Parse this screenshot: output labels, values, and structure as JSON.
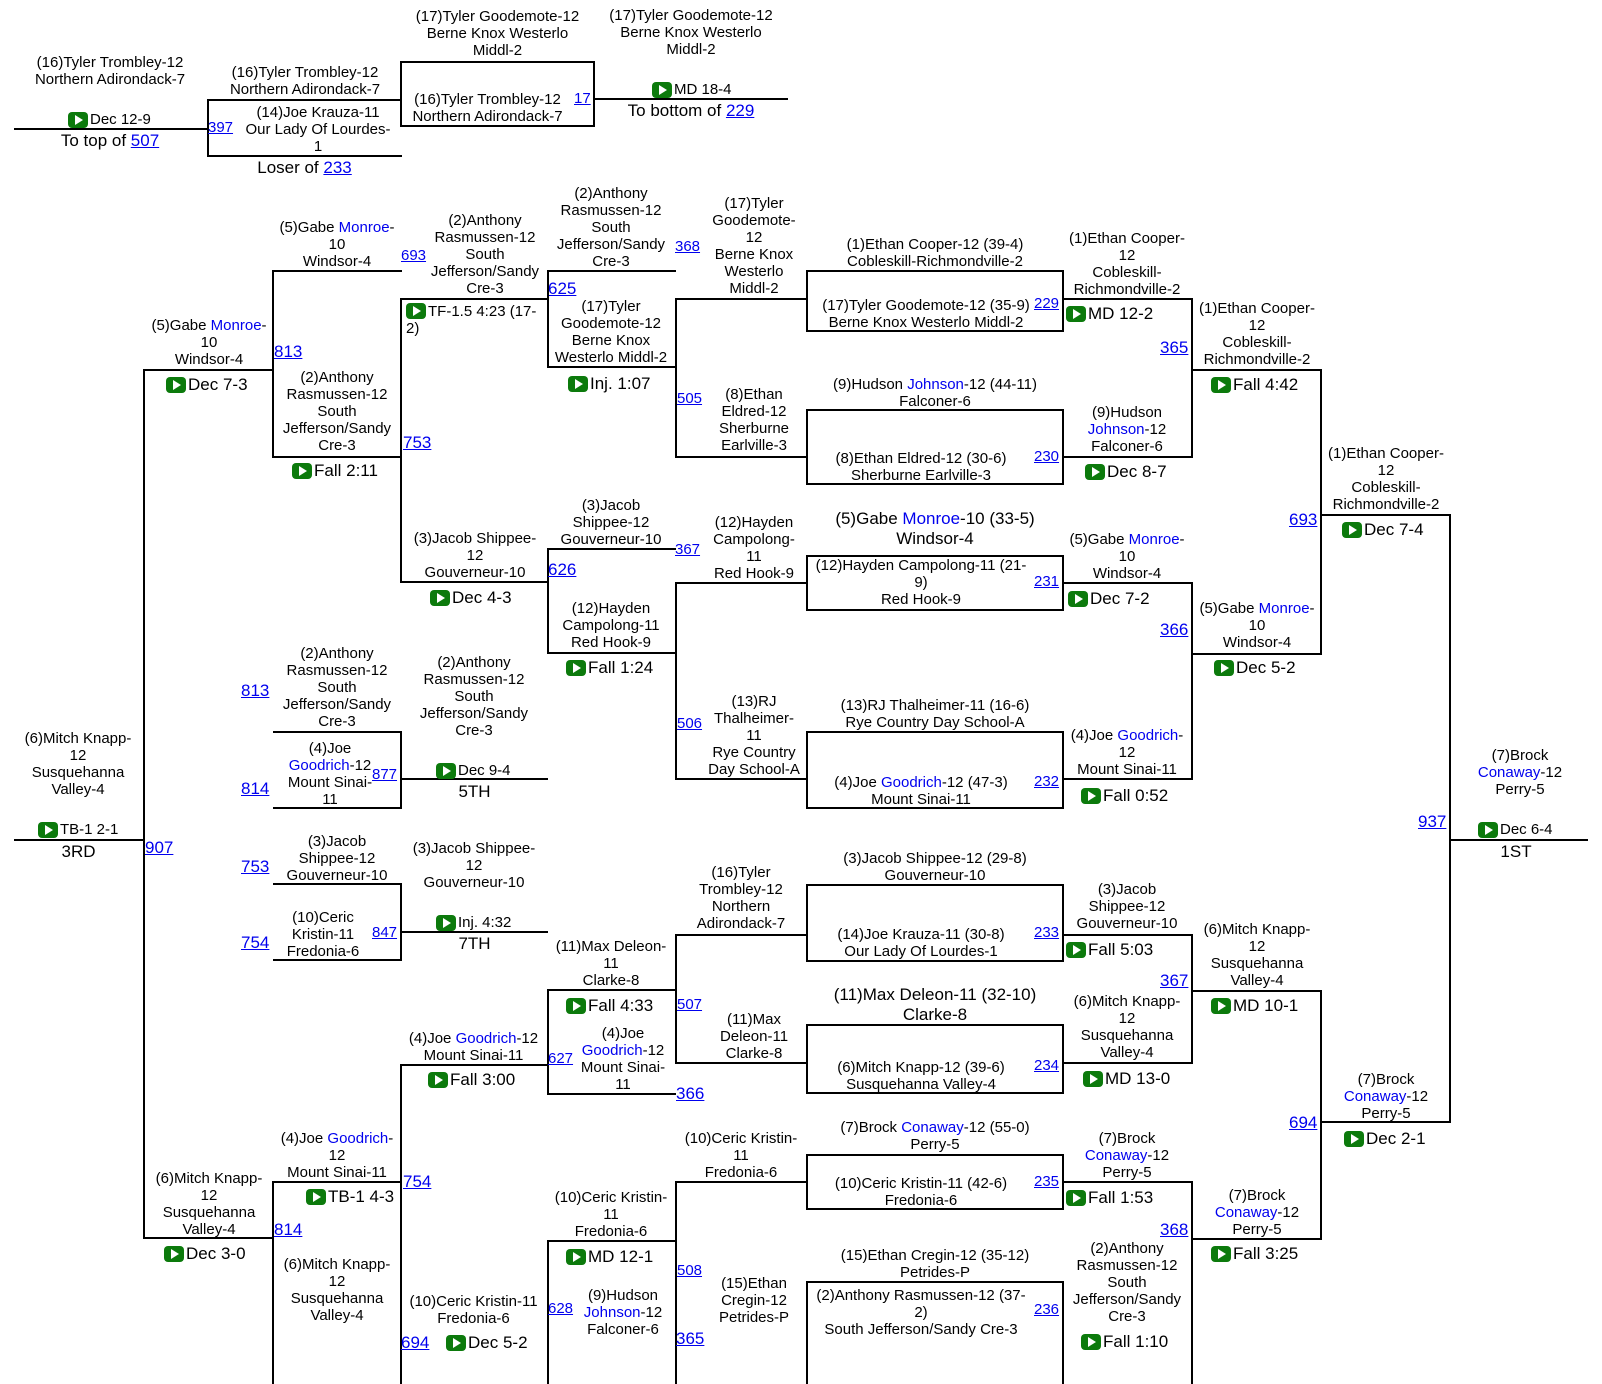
{
  "colors": {
    "link": "#0000ee",
    "play_icon": "#0c7a0c",
    "line": "#000000"
  },
  "top": {
    "t1": "(16)Tyler Trombley-12\nNorthern Adirondack-7",
    "r1": "Dec 12-9",
    "p1": "To top of ",
    "p1l": "507",
    "t2": "(16)Tyler Trombley-12\nNorthern Adirondack-7",
    "t3": "(14)Joe Krauza-11\nOur Lady Of Lourdes-\n1",
    "l397": "397",
    "p2": "Loser of ",
    "p2l": "233",
    "t4": "(17)Tyler Goodemote-12\nBerne Knox Westerlo\nMiddl-2",
    "t5": "(16)Tyler Trombley-12\nNorthern Adirondack-7",
    "l17": "17",
    "t6": "(17)Tyler Goodemote-12\nBerne Knox Westerlo\nMiddl-2",
    "r2": "MD 18-4",
    "p3": "To bottom of ",
    "p3l": "229"
  },
  "w": {
    "monroe_name": "Monroe",
    "goodrich_name": "Goodrich",
    "johnson_name": "Johnson",
    "conaway_name": "Conaway",
    "a1": "(5)Gabe ",
    "a1b": "-\n10\nWindsor-4",
    "a2": "(2)Anthony\nRasmussen-12\nSouth\nJefferson/Sandy\nCre-3",
    "l693a": "693",
    "l813a": "813",
    "l753a": "753",
    "a3": "(5)Gabe ",
    "a3b": "-\n10\nWindsor-4",
    "r_a3": "Dec 7-3",
    "r_a2": "Fall 2:11",
    "b1": "(2)Anthony\nRasmussen-12\nSouth\nJefferson/Sandy\nCre-3",
    "r_b1": "TF-1.5 4:23 (17-\n2)",
    "l625": "625",
    "b2": "(2)Anthony\nRasmussen-12\nSouth\nJefferson/Sandy\nCre-3",
    "l368a": "368",
    "b3": "(17)Tyler\nGoodemote-12\nBerne Knox\nWesterlo Middl-2",
    "r_b3": "Inj. 1:07",
    "b4": "(17)Tyler\nGoodemote-\n12\nBerne Knox\nWesterlo\nMiddl-2",
    "l505": "505",
    "b5": "(8)Ethan\nEldred-12\nSherburne\nEarlville-3",
    "c1": "(1)Ethan Cooper-12 (39-4)\nCobleskill-Richmondville-2",
    "c2": "(17)Tyler Goodemote-12 (35-9)\nBerne Knox Westerlo Middl-2",
    "l229": "229",
    "c3": "(9)Hudson ",
    "c3b": "-12 (44-11)\nFalconer-6",
    "c4": "(8)Ethan Eldred-12 (30-6)\nSherburne Earlville-3",
    "l230": "230",
    "d1": "(1)Ethan Cooper-\n12\nCobleskill-\nRichmondville-2",
    "r_d1": "MD 12-2",
    "l365a": "365",
    "d2": "(9)Hudson\n",
    "d2b": "-12\nFalconer-6",
    "r_d2": "Dec 8-7",
    "e1": "(1)Ethan Cooper-\n12\nCobleskill-\nRichmondville-2",
    "r_e1": "Fall 4:42",
    "f1": "(1)Ethan Cooper-\n12\nCobleskill-\nRichmondville-2",
    "l693b": "693",
    "r_f1": "Dec 7-4",
    "g1": "(3)Jacob Shippee-\n12\nGouverneur-10",
    "r_g1": "Dec 4-3",
    "l626": "626",
    "g2": "(3)Jacob\nShippee-12\nGouverneur-10",
    "l367a": "367",
    "g3": "(12)Hayden\nCampolong-11\nRed Hook-9",
    "r_g3": "Fall 1:24",
    "g4": "(12)Hayden\nCampolong-\n11\nRed Hook-9",
    "l506": "506",
    "g5": "(13)RJ\nThalheimer-\n11\nRye Country\nDay School-A",
    "h1": "(5)Gabe ",
    "h1b": "-10 (33-5)\nWindsor-4",
    "h2": "(12)Hayden Campolong-11 (21-\n9)\nRed Hook-9",
    "l231": "231",
    "h3": "(13)RJ Thalheimer-11 (16-6)\nRye Country Day School-A",
    "h4": "(4)Joe ",
    "h4b": "-12 (47-3)\nMount Sinai-11",
    "l232": "232",
    "i1": "(5)Gabe ",
    "i1b": "-\n10\nWindsor-4",
    "r_i1": "Dec 7-2",
    "l366a": "366",
    "i2": "(4)Joe ",
    "i2b": "-\n12\nMount Sinai-11",
    "r_i2": "Fall 0:52",
    "i3": "(5)Gabe ",
    "i3b": "-\n10\nWindsor-4",
    "r_i3": "Dec 5-2"
  },
  "cons": {
    "f5a": "(2)Anthony\nRasmussen-12\nSouth\nJefferson/Sandy\nCre-3",
    "l813b": "813",
    "f5b": "(4)Joe\n",
    "f5bb": "-12\nMount Sinai-\n11",
    "l814a": "814",
    "l877": "877",
    "f5c": "(2)Anthony\nRasmussen-12\nSouth\nJefferson/Sandy\nCre-3",
    "r_f5": "Dec 9-4",
    "p_f5": "5TH",
    "s7a": "(3)Jacob\nShippee-12\nGouverneur-10",
    "l753b": "753",
    "s7b": "(10)Ceric\nKristin-11\nFredonia-6",
    "l754a": "754",
    "l847": "847",
    "s7c": "(3)Jacob Shippee-\n12\nGouverneur-10",
    "r_s7": "Inj. 4:32",
    "p_s7": "7TH",
    "t3a": "(6)Mitch Knapp-\n12\nSusquehanna\nValley-4",
    "r_t3": "TB-1 2-1",
    "p_t3": "3RD",
    "l907": "907"
  },
  "bot": {
    "k1": "(16)Tyler\nTrombley-12\nNorthern\nAdirondack-7",
    "k2": "(11)Max Deleon-\n11\nClarke-8",
    "r_k2": "Fall 4:33",
    "l507": "507",
    "k3": "(4)Joe\n",
    "k3b": "-12\nMount Sinai-\n11",
    "l627": "627",
    "l366b": "366",
    "k4": "(11)Max\nDeleon-11\nClarke-8",
    "k5": "(4)Joe ",
    "k5b": "-12\nMount Sinai-11",
    "r_k5": "Fall 3:00",
    "k6": "(4)Joe ",
    "k6b": "-\n12\nMount Sinai-11",
    "r_k6": "TB-1 4-3",
    "l754b": "754",
    "k7": "(6)Mitch Knapp-\n12\nSusquehanna\nValley-4",
    "r_k7": "Dec 3-0",
    "l814b": "814",
    "k8": "(6)Mitch Knapp-\n12\nSusquehanna\nValley-4",
    "m1": "(3)Jacob Shippee-12 (29-8)\nGouverneur-10",
    "m2": "(14)Joe Krauza-11 (30-8)\nOur Lady Of Lourdes-1",
    "l233": "233",
    "m3": "(11)Max Deleon-11 (32-10)\nClarke-8",
    "m4": "(6)Mitch Knapp-12 (39-6)\nSusquehanna Valley-4",
    "l234": "234",
    "n1": "(3)Jacob\nShippee-12\nGouverneur-10",
    "r_n1": "Fall 5:03",
    "l367b": "367",
    "n2": "(6)Mitch Knapp-\n12\nSusquehanna\nValley-4",
    "r_n2": "MD 13-0",
    "o1": "(6)Mitch Knapp-\n12\nSusquehanna\nValley-4",
    "r_o1": "MD 10-1",
    "q1": "(10)Ceric Kristin-\n11\nFredonia-6",
    "q2": "(10)Ceric Kristin-\n11\nFredonia-6",
    "r_q2": "MD 12-1",
    "l508": "508",
    "q3": "(15)Ethan\nCregin-12\nPetrides-P",
    "q4": "(9)Hudson\n",
    "q4b": "-12\nFalconer-6",
    "l628": "628",
    "q5": "(10)Ceric Kristin-11\nFredonia-6",
    "l694a": "694",
    "r_q5": "Dec 5-2",
    "l365b": "365",
    "s1": "(7)Brock ",
    "s1b": "-12 (55-0)\nPerry-5",
    "s2": "(10)Ceric Kristin-11 (42-6)\nFredonia-6",
    "l235": "235",
    "s3": "(15)Ethan Cregin-12 (35-12)\nPetrides-P",
    "s4": "(2)Anthony Rasmussen-12 (37-\n2)\nSouth Jefferson/Sandy Cre-3",
    "l236": "236",
    "u1": "(7)Brock\n",
    "u1b": "-12\nPerry-5",
    "r_u1": "Fall 1:53",
    "l368b": "368",
    "u2": "(2)Anthony\nRasmussen-12\nSouth\nJefferson/Sandy\nCre-3",
    "r_u2": "Fall 1:10",
    "v1": "(7)Brock\n",
    "v1b": "-12\nPerry-5",
    "r_v1": "Fall 3:25",
    "w1": "(7)Brock\n",
    "w1b": "-12\nPerry-5",
    "l694b": "694",
    "r_w1": "Dec 2-1"
  },
  "final": {
    "l937": "937",
    "champ": "(7)Brock\n",
    "champb": "-12\nPerry-5",
    "r_final": "Dec 6-4",
    "p_final": "1ST"
  }
}
